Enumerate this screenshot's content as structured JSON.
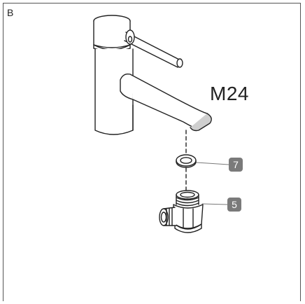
{
  "panel": {
    "letter": "B"
  },
  "thread_size": "M24",
  "callouts": [
    {
      "number": "7",
      "part": "washer-ring"
    },
    {
      "number": "5",
      "part": "angle-adapter"
    }
  ],
  "colors": {
    "line": "#222222",
    "callout_badge": "#7a7a7a",
    "callout_text": "#ffffff",
    "shading": "#cfcfcf"
  }
}
